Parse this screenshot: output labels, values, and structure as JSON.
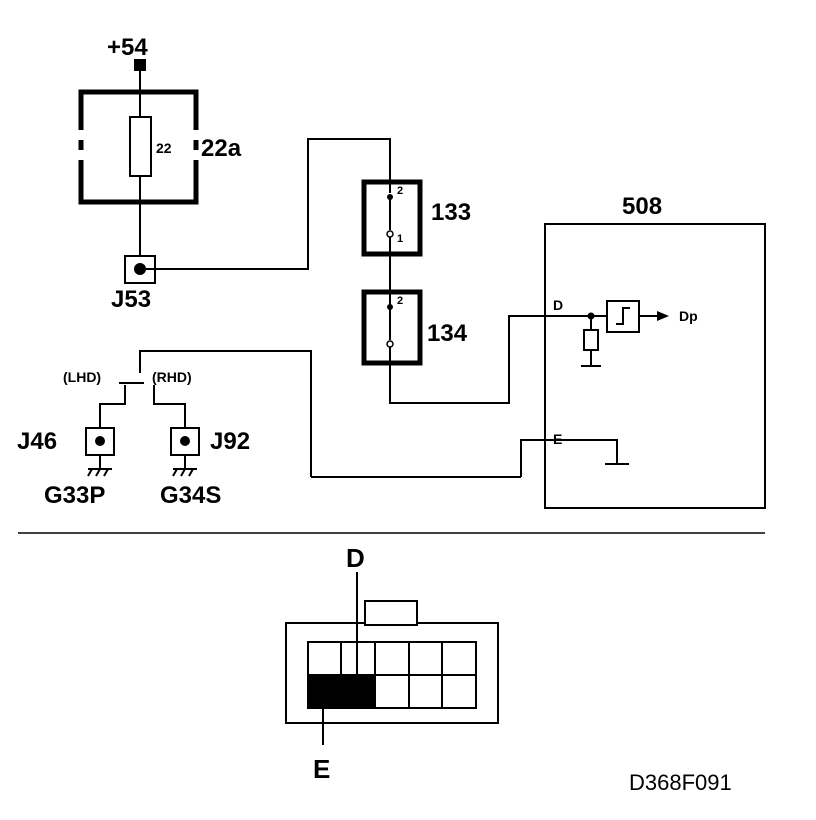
{
  "diagram": {
    "supply_label": "+54",
    "fuse_box_label": "22a",
    "fuse_label": "22",
    "connector_j53": "J53",
    "relay_133": "133",
    "relay_134": "134",
    "relay_pin_2": "2",
    "relay_pin_1": "1",
    "module_label": "508",
    "pin_d": "D",
    "pin_e": "E",
    "output_label": "Dp",
    "lhd_label": "(LHD)",
    "rhd_label": "(RHD)",
    "connector_j46": "J46",
    "connector_j92": "J92",
    "ground_g33p": "G33P",
    "ground_g34s": "G34S",
    "pinout_d": "D",
    "pinout_e": "E",
    "figure_code": "D368F091"
  }
}
